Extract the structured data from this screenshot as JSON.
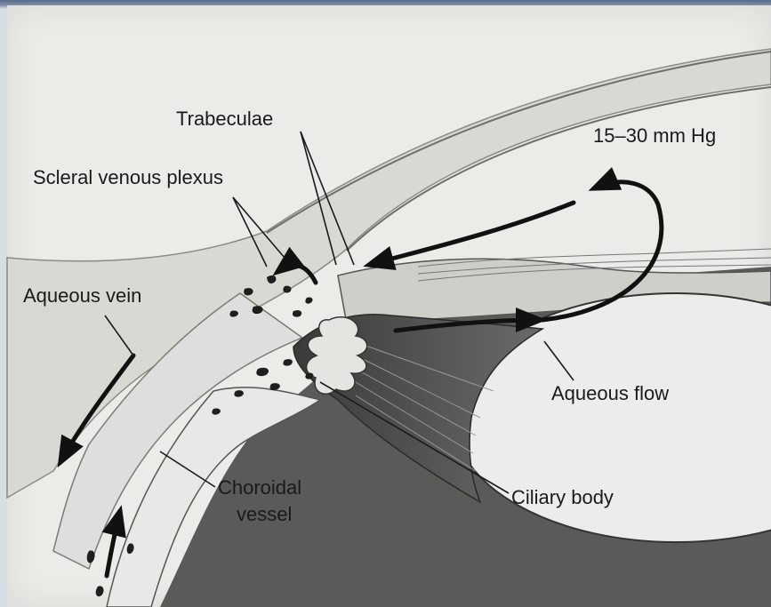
{
  "labels": {
    "trabeculae": "Trabeculae",
    "scleral_venous_plexus": "Scleral venous plexus",
    "aqueous_vein": "Aqueous vein",
    "pressure": "15–30 mm Hg",
    "aqueous_flow": "Aqueous flow",
    "choroidal_vessel_line1": "Choroidal",
    "choroidal_vessel_line2": "vessel",
    "ciliary_body": "Ciliary body"
  }
}
